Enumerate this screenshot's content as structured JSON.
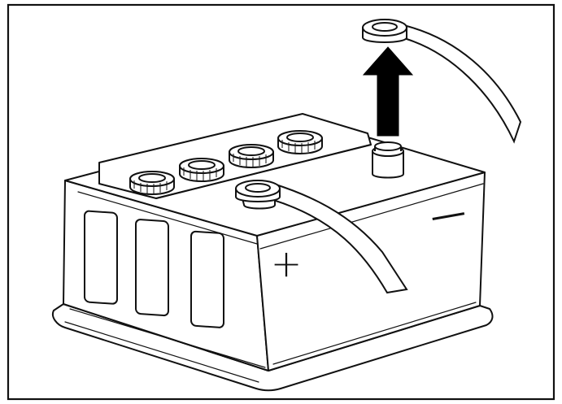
{
  "illustration": {
    "subject": "battery-negative-cable-removal",
    "colors": {
      "line": "#111111",
      "fill": "#ffffff",
      "arrow": "#000000"
    },
    "markings": {
      "positive": "+",
      "negative": "—"
    },
    "icons": [
      "battery-icon",
      "up-arrow-icon",
      "positive-terminal-icon",
      "negative-terminal-icon",
      "cable-clamp-icon",
      "vent-cap-icon"
    ],
    "vent_caps": 4,
    "side_windows": 3
  }
}
